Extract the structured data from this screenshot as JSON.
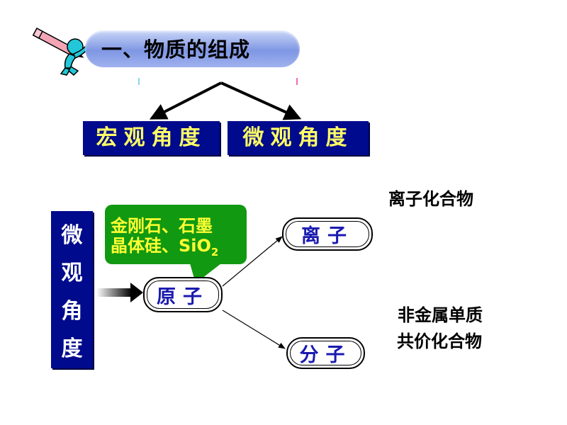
{
  "title": "一、物质的组成",
  "macro_label": "宏观角度",
  "micro_label": "微观角度",
  "micro_vertical_chars": [
    "微",
    "观",
    "角",
    "度"
  ],
  "atom_label": "原子",
  "ion_label": "离子",
  "molecule_label": "分子",
  "callout": {
    "line1": "金刚石、石墨",
    "line2_main": "晶体硅、SiO",
    "line2_sub": "2"
  },
  "ionic_compound_label": "离子化合物",
  "nonmetal_label": "非金属单质",
  "covalent_label": "共价化合物",
  "colors": {
    "navy": "#000a8c",
    "yellow_text": "#ffff66",
    "green": "#119911",
    "blue_text": "#1a1ab0",
    "pill": "#7f97e4"
  },
  "icons": [
    "pencil-figure-icon"
  ]
}
